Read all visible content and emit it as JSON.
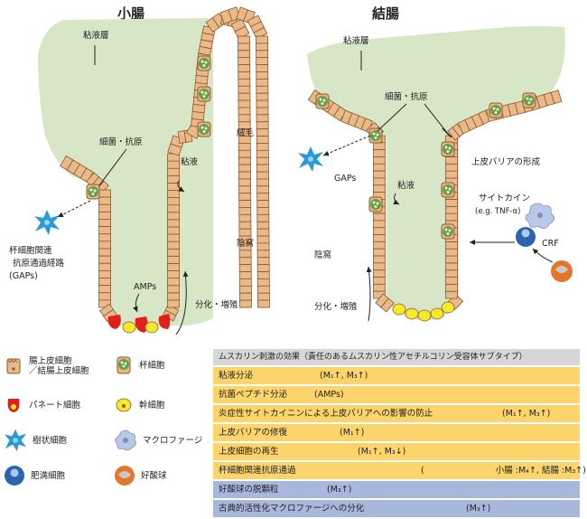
{
  "small_intestine": {
    "title": "小腸",
    "mucus_layer": "粘液層",
    "bacteria_antigen": "細菌・抗原",
    "mucus": "粘液",
    "villus": "絨毛",
    "crypt": "陰窩",
    "gaps_label_1": "杯細胞関連",
    "gaps_label_2": "抗原通過経路",
    "gaps_label_3": "(GAPs)",
    "amps": "AMPs",
    "differentiation": "分化・増殖"
  },
  "colon": {
    "title": "結腸",
    "mucus_layer": "粘液層",
    "bacteria_antigen": "細菌・抗原",
    "gaps": "GAPs",
    "mucus": "粘液",
    "crypt": "陰窩",
    "differentiation": "分化・増殖",
    "barrier_formation": "上皮バリアの形成",
    "cytokine": "サイトカイン",
    "cytokine_example": "(e.g. TNF-α)",
    "crf": "CRF"
  },
  "legend": [
    {
      "icon": "enterocyte-icon",
      "label": "腸上皮細胞\n／結腸上皮細胞"
    },
    {
      "icon": "goblet-cell-icon",
      "label": "杯細胞"
    },
    {
      "icon": "paneth-cell-icon",
      "label": "パネート細胞"
    },
    {
      "icon": "stem-cell-icon",
      "label": "幹細胞"
    },
    {
      "icon": "dendritic-cell-icon",
      "label": "樹状細胞"
    },
    {
      "icon": "macrophage-icon",
      "label": "マクロファージ"
    },
    {
      "icon": "mast-cell-icon",
      "label": "肥満細胞"
    },
    {
      "icon": "eosinophil-icon",
      "label": "好酸球"
    }
  ],
  "effects": {
    "header": "ムスカリン刺激の効果（責任のあるムスカリン性アセチルコリン受容体サブタイプ）",
    "rows": [
      {
        "label": "粘液分泌",
        "receptors": "(M₁↑, M₃↑)",
        "color": "yellow"
      },
      {
        "label": "抗菌ペプチド分泌",
        "receptors": "(AMPs)",
        "color": "yellow"
      },
      {
        "label": "炎症性サイトカイニンによる上皮バリアへの影響の防止",
        "receptors": "(M₁↑, M₃↑)",
        "color": "yellow"
      },
      {
        "label": "上皮バリアの修復",
        "receptors": "(M₁↑)",
        "color": "yellow"
      },
      {
        "label": "上皮細胞の再生",
        "receptors": "(M₁↑, M₃↓)",
        "color": "yellow"
      },
      {
        "label": "杯細胞関連抗原通過",
        "receptors": "(　　　　　　　　 小腸 :M₄↑, 結腸 :M₃↑)",
        "color": "yellow"
      },
      {
        "label": "好酸球の脱顆粒",
        "receptors": "(M₃↑)",
        "color": "blue"
      },
      {
        "label": "古典的活性化マクロファージへの分化",
        "receptors": "(M₃↑)",
        "color": "blue"
      }
    ]
  },
  "colors": {
    "mucus": "#d7e6c7",
    "enterocyte": "#eab98a",
    "goblet": "#6b9c4a",
    "paneth": "#e0201a",
    "stem": "#f5ea2a",
    "dendritic": "#2a9ad6",
    "macrophage": "#b9c8e6",
    "mast": "#2a63b0",
    "eosinophil": "#e3772c",
    "effect_yellow": "#fbd46c",
    "effect_blue": "#a8b7dc"
  }
}
